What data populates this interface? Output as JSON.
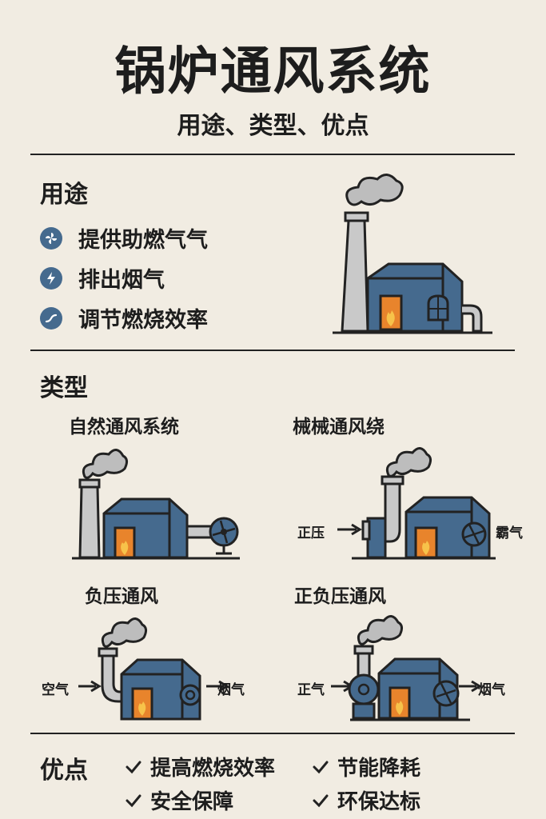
{
  "header": {
    "title": "锅炉通风系统",
    "subtitle": "用途、类型、优点"
  },
  "uses": {
    "heading": "用途",
    "items": [
      {
        "label": "提供助燃气气",
        "icon": "fan-icon"
      },
      {
        "label": "排出烟气",
        "icon": "lightning-icon"
      },
      {
        "label": "调节燃烧效率",
        "icon": "wave-icon"
      }
    ]
  },
  "types": {
    "heading": "类型",
    "natural": {
      "label": "自然通风系统"
    },
    "mechanical": {
      "label": "械械通风绕",
      "left_label": "正压",
      "right_label": "霸气"
    },
    "negative": {
      "label": "负压通风",
      "left_label": "空气",
      "right_label": "烟气"
    },
    "balanced": {
      "label": "正负压通风",
      "left_label": "正气",
      "right_label": "烟气"
    }
  },
  "advantages": {
    "heading": "优点",
    "items": [
      "提高燃烧效率",
      "节能降耗",
      "安全保障",
      "环保达标"
    ]
  },
  "colors": {
    "background": "#f1ece2",
    "boiler_blue": "#456a8e",
    "chimney_gray": "#c9c9c9",
    "smoke_gray": "#bdbdbd",
    "fire_orange": "#e8842c",
    "flame_yellow": "#f7c24a"
  }
}
